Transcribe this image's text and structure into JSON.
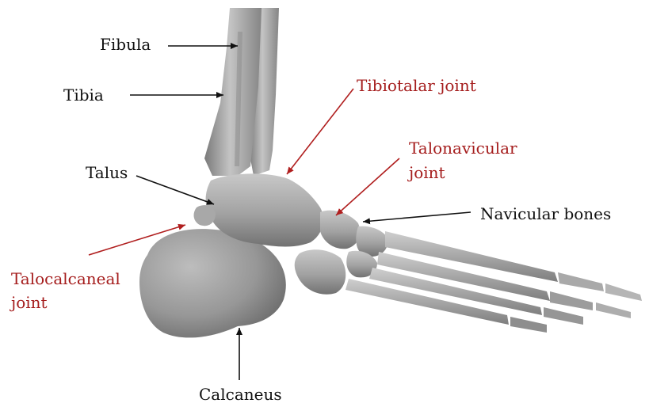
{
  "colors": {
    "bone_light": "#c9c9c9",
    "bone_mid": "#9d9d9d",
    "bone_dark": "#6f6f6f",
    "label_black": "#111111",
    "label_red": "#a51d1d"
  },
  "labels": {
    "fibula": "Fibula",
    "tibia": "Tibia",
    "talus": "Talus",
    "tibiotalar_joint": "Tibiotalar joint",
    "talonavicular_joint_line1": "Talonavicular",
    "talonavicular_joint_line2": "joint",
    "navicular_bones": "Navicular bones",
    "talocalcaneal_joint_line1": "Talocalcaneal",
    "talocalcaneal_joint_line2": "joint",
    "calcaneus": "Calcaneus"
  }
}
